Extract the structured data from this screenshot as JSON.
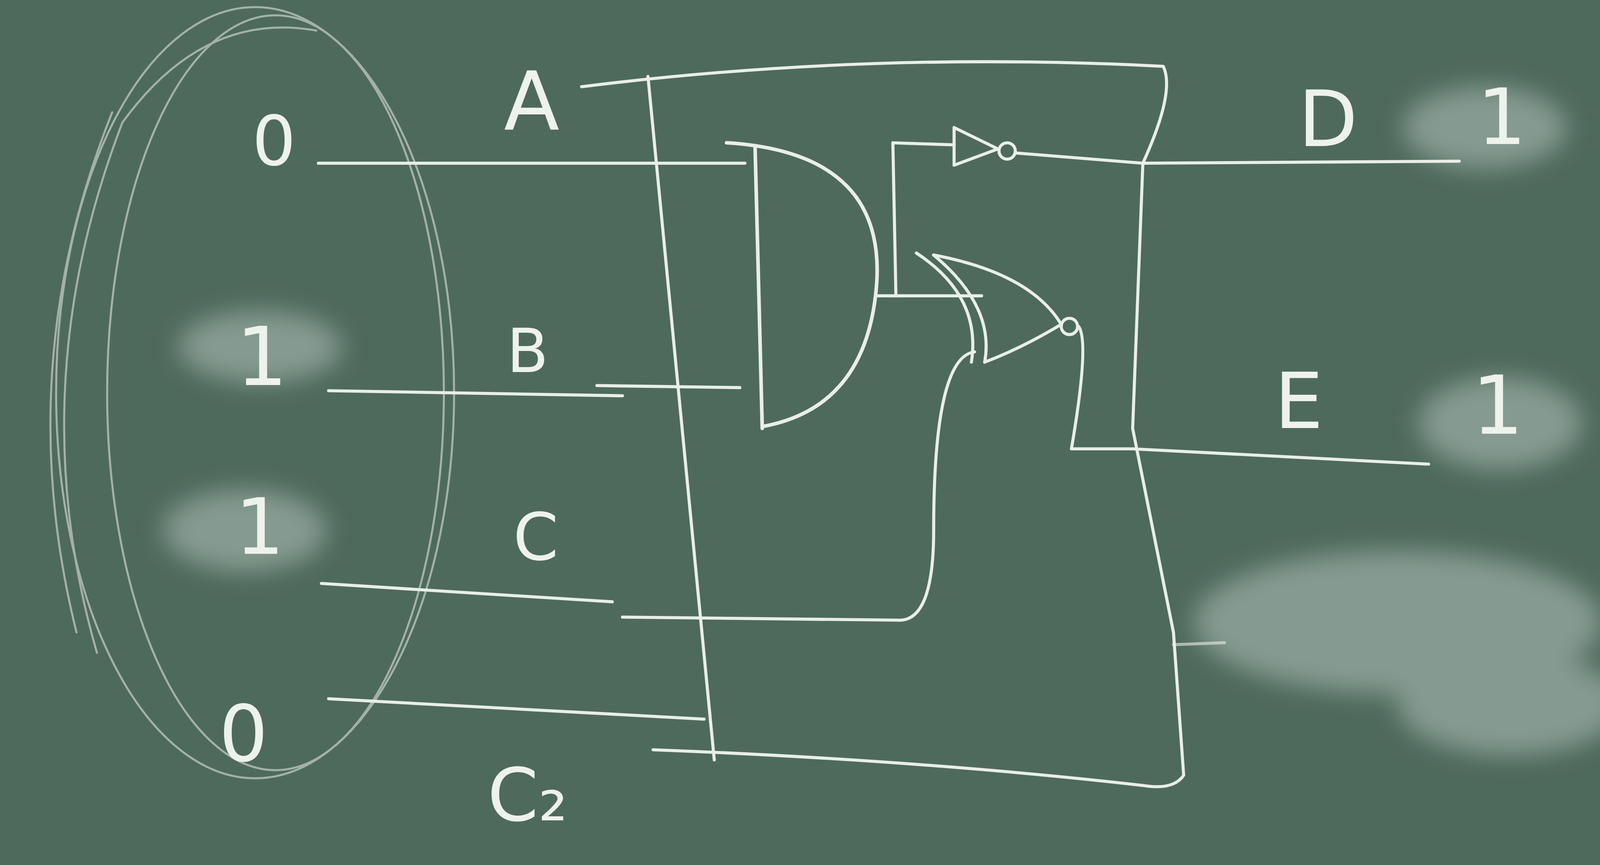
{
  "diagram": {
    "labels": [
      "A",
      "D",
      "1",
      "0",
      "1",
      "B",
      "E",
      "1",
      "1",
      "C",
      "0",
      "C₂"
    ]
  }
}
